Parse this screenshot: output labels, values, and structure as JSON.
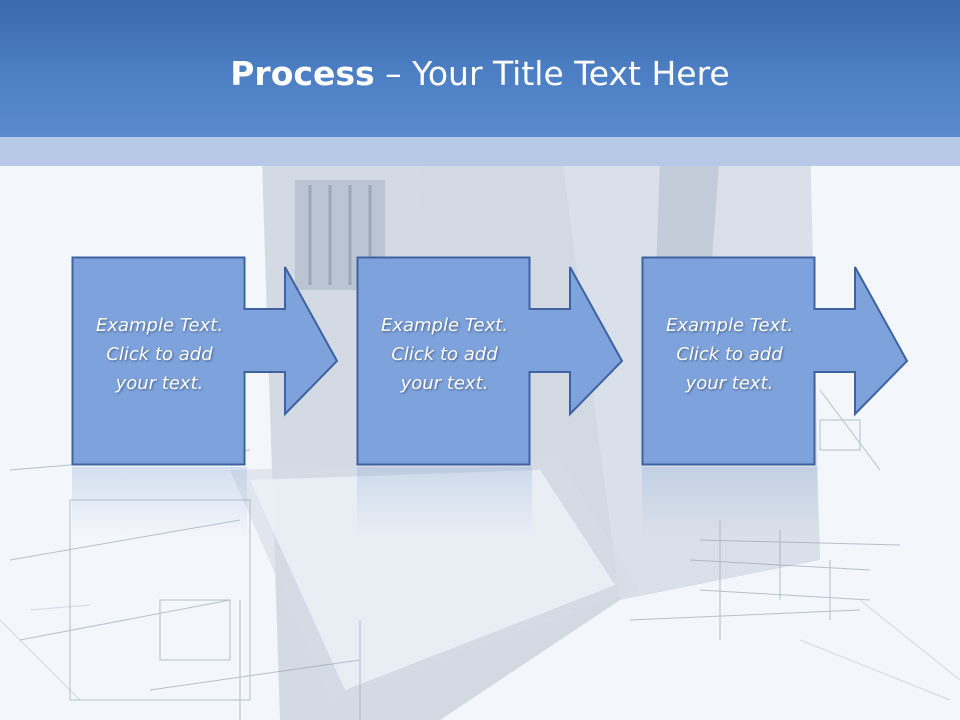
{
  "header": {
    "title_bold": "Process",
    "title_rest": " – Your Title Text Here"
  },
  "steps": [
    {
      "line1": "Example Text.",
      "line2": "Click  to add",
      "line3": "your text."
    },
    {
      "line1": "Example Text.",
      "line2": "Click  to add",
      "line3": "your text."
    },
    {
      "line1": "Example Text.",
      "line2": "Click  to add",
      "line3": "your text."
    }
  ],
  "colors": {
    "header_top": "#3a6aad",
    "header_bottom": "#5a8bd0",
    "header_strip": "#b7c9e6",
    "box_fill": "#7ea3dc",
    "box_stroke": "#3f63a0"
  }
}
